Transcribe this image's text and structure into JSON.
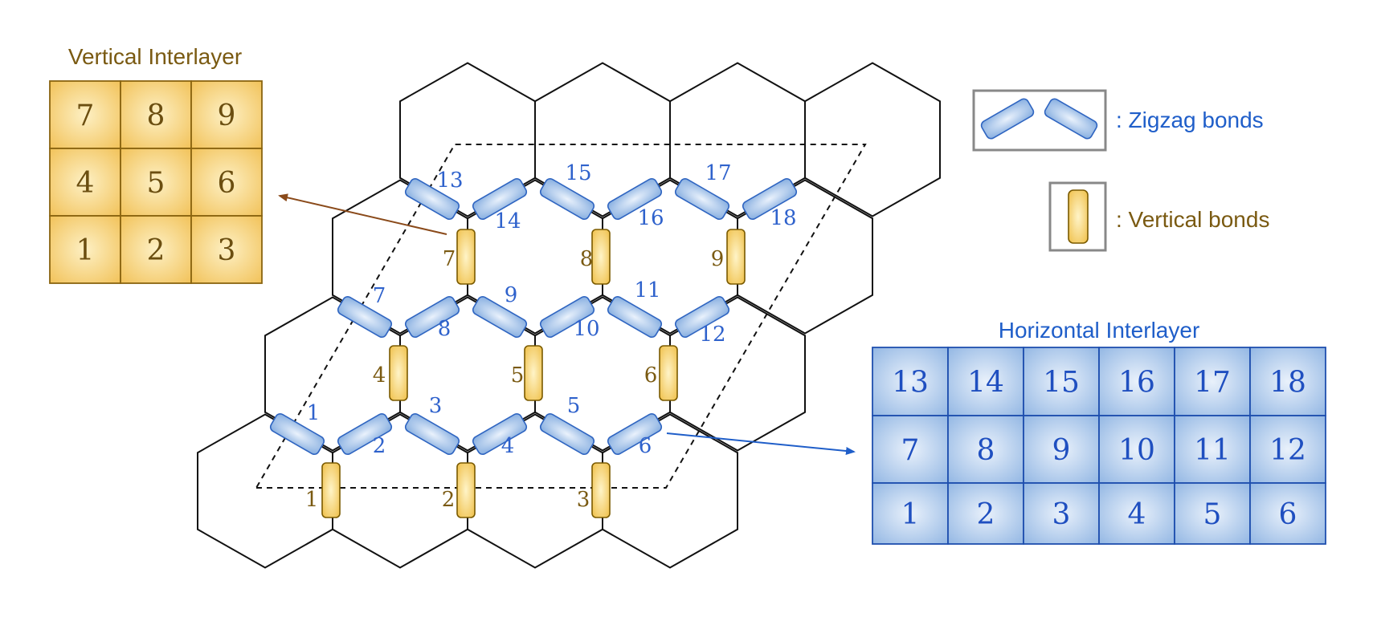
{
  "vertical_interlayer": {
    "title": "Vertical Interlayer",
    "grid": [
      [
        "7",
        "8",
        "9"
      ],
      [
        "4",
        "5",
        "6"
      ],
      [
        "1",
        "2",
        "3"
      ]
    ]
  },
  "horizontal_interlayer": {
    "title": "Horizontal Interlayer",
    "grid": [
      [
        "13",
        "14",
        "15",
        "16",
        "17",
        "18"
      ],
      [
        "7",
        "8",
        "9",
        "10",
        "11",
        "12"
      ],
      [
        "1",
        "2",
        "3",
        "4",
        "5",
        "6"
      ]
    ]
  },
  "legend": {
    "zigzag_label": ": Zigzag bonds",
    "vertical_label": ": Vertical bonds"
  },
  "zigzag_bond_numbers": [
    "1",
    "2",
    "3",
    "4",
    "5",
    "6",
    "7",
    "8",
    "9",
    "10",
    "11",
    "12",
    "13",
    "14",
    "15",
    "16",
    "17",
    "18"
  ],
  "vertical_bond_numbers": [
    "1",
    "2",
    "3",
    "4",
    "5",
    "6",
    "7",
    "8",
    "9"
  ],
  "colors": {
    "zigzag_fill": "#a9c8ec",
    "zigzag_stroke": "#2f65c1",
    "vertical_fill": "#f7d57a",
    "vertical_stroke": "#7a5a00",
    "gold_text": "#7a5a12",
    "blue_text": "#1f5ec9",
    "arrow_brown": "#8a4a1a",
    "arrow_blue": "#1f5ec9"
  }
}
